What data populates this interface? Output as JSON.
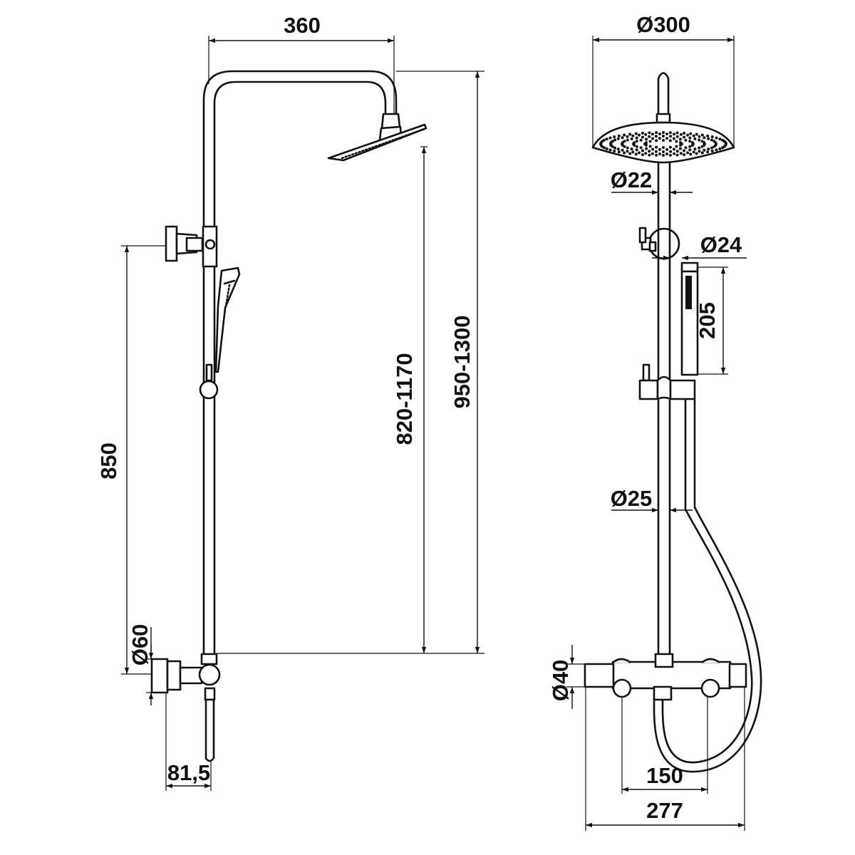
{
  "colors": {
    "line": "#111111",
    "background": "#ffffff"
  },
  "side_view": {
    "dim_arm_length": "360",
    "dim_overall_height": "950-1300",
    "dim_head_height": "820-1170",
    "dim_outlet_height": "850",
    "dim_wall_flange": "Ø60",
    "dim_wall_offset": "81,5"
  },
  "front_view": {
    "dim_head_diameter": "Ø300",
    "dim_arm_diameter": "Ø22",
    "dim_holder_diameter": "Ø24",
    "dim_handshower_length": "205",
    "dim_rail_diameter": "Ø25",
    "dim_body_diameter": "Ø40",
    "dim_connection_centres": "150",
    "dim_body_width": "277"
  }
}
